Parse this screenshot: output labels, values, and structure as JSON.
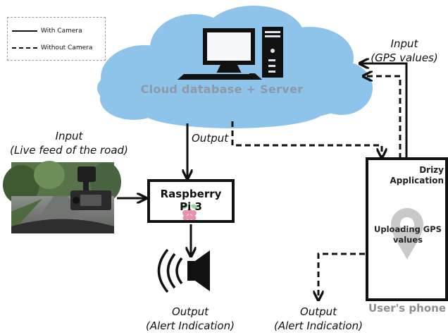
{
  "legend": {
    "with_camera": "With Camera",
    "without_camera": "Without Camera"
  },
  "cloud": {
    "label": "Cloud database + Server",
    "color": "#8ec3ea"
  },
  "camera_input": {
    "line1": "Input",
    "line2": "(Live feed of the road)"
  },
  "cloud_output_label": "Output",
  "raspberry_pi": {
    "line1": "Raspberry",
    "line2": "Pi 3"
  },
  "phone": {
    "title_line1": "Drizy",
    "title_line2": "Application",
    "upload_line1": "Uploading GPS",
    "upload_line2": "values",
    "caption": "User's phone"
  },
  "gps_input": {
    "line1": "Input",
    "line2": "(GPS values)"
  },
  "speaker_output": {
    "line1": "Output",
    "line2": "(Alert Indication)"
  },
  "phone_output": {
    "line1": "Output",
    "line2": "(Alert Indication)"
  },
  "icons": [
    "desktop-computer-icon",
    "raspberry-pi-logo-icon",
    "speaker-alert-icon",
    "map-pin-icon",
    "dashcam-road-photo"
  ]
}
